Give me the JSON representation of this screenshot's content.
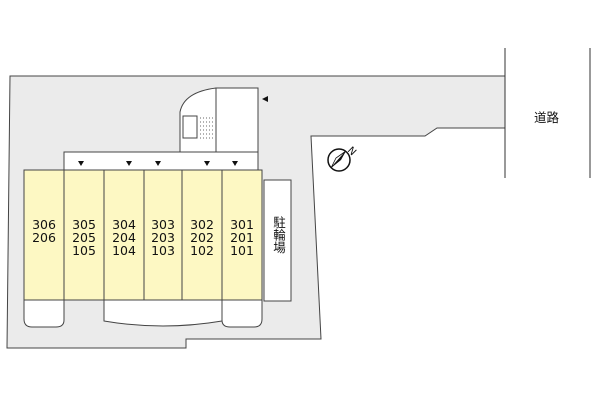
{
  "units": [
    {
      "rooms": [
        "306",
        "206"
      ]
    },
    {
      "rooms": [
        "305",
        "205",
        "105"
      ]
    },
    {
      "rooms": [
        "304",
        "204",
        "104"
      ]
    },
    {
      "rooms": [
        "303",
        "203",
        "103"
      ]
    },
    {
      "rooms": [
        "302",
        "202",
        "102"
      ]
    },
    {
      "rooms": [
        "301",
        "201",
        "101"
      ]
    }
  ],
  "parking_label": "駐輪場",
  "road_label": "道路",
  "compass_letter": "N",
  "colors": {
    "lot": "#ebebeb",
    "building": "#fdf8c3",
    "outline": "#444444"
  }
}
